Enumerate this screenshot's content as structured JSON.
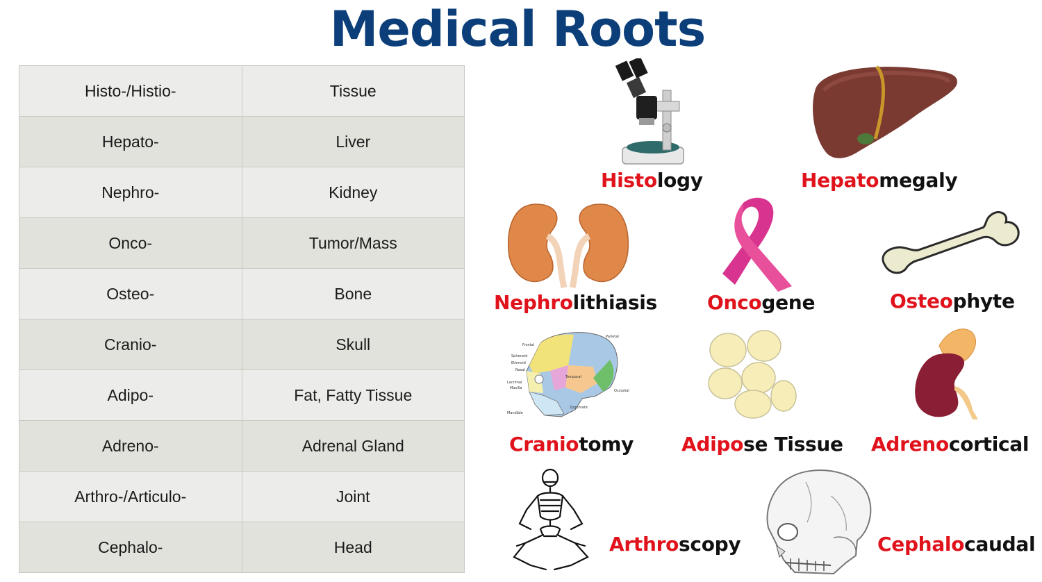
{
  "title": "Medical Roots",
  "table": {
    "rows": [
      {
        "root": "Histo-/Histio-",
        "meaning": "Tissue"
      },
      {
        "root": "Hepato-",
        "meaning": "Liver"
      },
      {
        "root": "Nephro-",
        "meaning": "Kidney"
      },
      {
        "root": "Onco-",
        "meaning": "Tumor/Mass"
      },
      {
        "root": "Osteo-",
        "meaning": "Bone"
      },
      {
        "root": "Cranio-",
        "meaning": "Skull"
      },
      {
        "root": "Adipo-",
        "meaning": "Fat, Fatty Tissue"
      },
      {
        "root": "Adreno-",
        "meaning": "Adrenal Gland"
      },
      {
        "root": "Arthro-/Articulo-",
        "meaning": "Joint"
      },
      {
        "root": "Cephalo-",
        "meaning": "Head"
      }
    ]
  },
  "terms": [
    {
      "root": "Histo",
      "suffix": "logy",
      "icon": "microscope-icon"
    },
    {
      "root": "Hepato",
      "suffix": "megaly",
      "icon": "liver-icon"
    },
    {
      "root": "Nephro",
      "suffix": "lithiasis",
      "icon": "kidneys-icon"
    },
    {
      "root": "Onco",
      "suffix": "gene",
      "icon": "ribbon-icon"
    },
    {
      "root": "Osteo",
      "suffix": "phyte",
      "icon": "bone-icon"
    },
    {
      "root": "Cranio",
      "suffix": "tomy",
      "icon": "skull-diagram-icon"
    },
    {
      "root": "Adipo",
      "suffix": "se Tissue",
      "icon": "fat-cells-icon"
    },
    {
      "root": "Adreno",
      "suffix": "cortical",
      "icon": "adrenal-gland-icon"
    },
    {
      "root": "Arthro",
      "suffix": "scopy",
      "icon": "skeleton-icon"
    },
    {
      "root": "Cephalo",
      "suffix": "caudal",
      "icon": "skull-icon"
    }
  ],
  "skull_diagram_labels": [
    "Frontal",
    "Parietal",
    "Sphenoid",
    "Ethmoid",
    "Nasal",
    "Temporal",
    "Lacrimal",
    "Maxilla",
    "Occipital",
    "Zygomatic",
    "Mandible"
  ],
  "colors": {
    "title": "#0c3f7a",
    "root_highlight": "#e0121b",
    "row_light": "#ececea",
    "row_dark": "#e2e2dd"
  }
}
